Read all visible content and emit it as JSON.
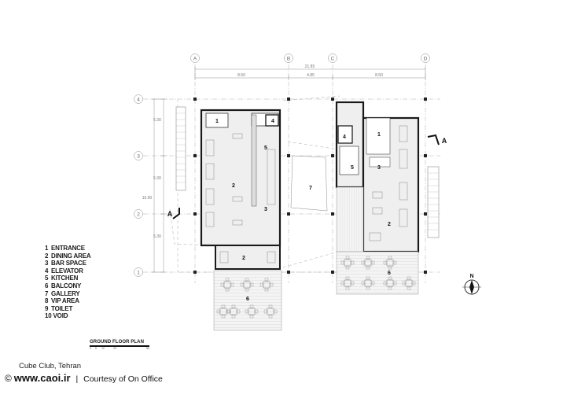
{
  "axes": {
    "columns": [
      "A",
      "B",
      "C",
      "D"
    ],
    "rows": [
      "4",
      "3",
      "2",
      "1"
    ]
  },
  "dimensions": {
    "total_width": "21.85",
    "span_ab": "8.50",
    "span_bc": "4.85",
    "span_cd": "8.50",
    "span_43": "5.30",
    "span_32": "5.30",
    "span_21": "5.30",
    "total_height": "15.90"
  },
  "room_tags": {
    "left_toilet": "1",
    "left_elevator": "4",
    "left_kitchen": "5",
    "left_dining": "2",
    "left_bar": "3",
    "left_lower_dining": "2",
    "left_balcony": "6",
    "gallery": "7",
    "right_elevator": "4",
    "right_entrance": "1",
    "right_kitchen": "5",
    "right_bar": "3",
    "right_dining": "2",
    "right_balcony": "6"
  },
  "section_marks": {
    "left": "A",
    "right": "A"
  },
  "north_label": "N",
  "legend": [
    {
      "num": "1",
      "label": "ENTRANCE"
    },
    {
      "num": "2",
      "label": "DINING AREA"
    },
    {
      "num": "3",
      "label": "BAR SPACE"
    },
    {
      "num": "4",
      "label": "ELEVATOR"
    },
    {
      "num": "5",
      "label": "KITCHEN"
    },
    {
      "num": "6",
      "label": "BALCONY"
    },
    {
      "num": "7",
      "label": "GALLERY"
    },
    {
      "num": "8",
      "label": "VIP AREA"
    },
    {
      "num": "9",
      "label": "TOILET"
    },
    {
      "num": "10",
      "label": "VOID"
    }
  ],
  "plan_title": "GROUND FLOOR PLAN",
  "scale_ticks": [
    "0",
    "5",
    "10",
    "20",
    "50"
  ],
  "project_name": "Cube Club, Tehran",
  "credit": {
    "copyright_symbol": "©",
    "site": "www.caoi.ir",
    "separator": "|",
    "courtesy": "Courtesy of On Office"
  }
}
